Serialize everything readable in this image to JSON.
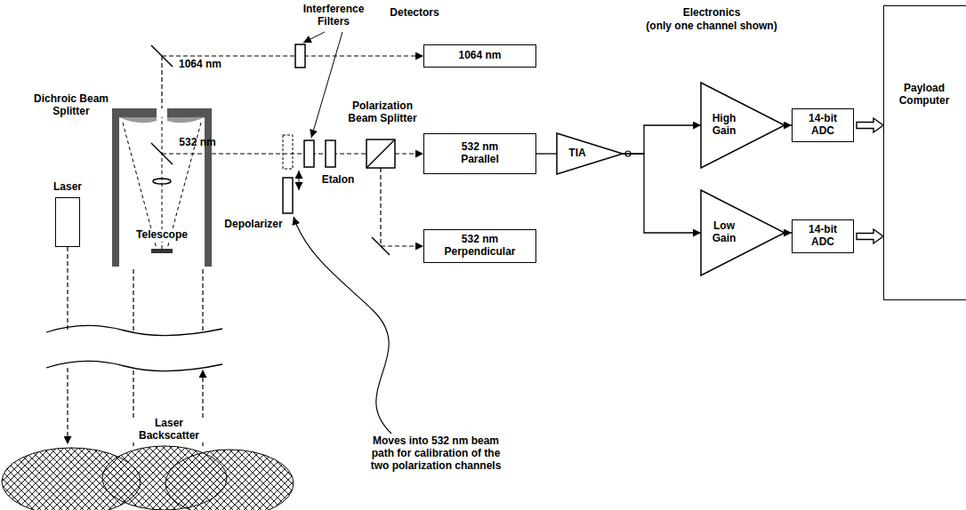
{
  "diagram": {
    "nodes": [
      {
        "text": [
          "1064 nm"
        ]
      },
      {
        "text": [
          "532 nm Parallel"
        ]
      },
      {
        "text": [
          "532 nm Perpendicular"
        ]
      },
      {
        "text": [
          "TIA"
        ]
      },
      {
        "text": [
          "High Gain"
        ]
      },
      {
        "text": [
          "Low Gain"
        ]
      },
      {
        "text": [
          "14-bit ADC"
        ]
      },
      {
        "text": [
          "14-bit ADC"
        ]
      },
      {
        "text": [
          "Payload Computer"
        ]
      },
      {
        "text": [
          "Laser"
        ]
      },
      {
        "text": [
          "Telescope"
        ]
      }
    ],
    "edges": [
      {
        "from": 1,
        "to": 3,
        "arrow": "none"
      },
      {
        "from": 3,
        "to": 4,
        "arrow": "to"
      },
      {
        "from": 3,
        "to": 5,
        "arrow": "to"
      },
      {
        "from": 4,
        "to": 6,
        "arrow": "to"
      },
      {
        "from": 5,
        "to": 7,
        "arrow": "to"
      },
      {
        "from": 6,
        "to": 8,
        "arrow": "to"
      },
      {
        "from": 7,
        "to": 8,
        "arrow": "to"
      }
    ],
    "labels": [
      "Interference Filters",
      "Detectors",
      "Electronics",
      "(only one channel shown)",
      "1064 nm",
      "Dichroic Beam Splitter",
      "532 nm",
      "Depolarizer",
      "Etalon",
      "Polarization Beam Splitter",
      "Moves into 532 nm beam path for calibration of the two polarization channels",
      "Laser Backscatter"
    ]
  }
}
